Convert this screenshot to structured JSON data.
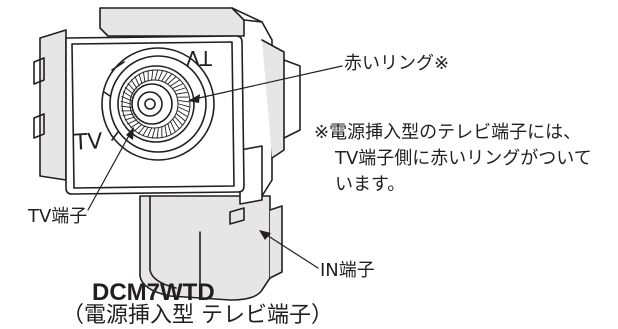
{
  "labels": {
    "red_ring": "赤いリング※",
    "tv_terminal": "TV端子",
    "in_terminal": "IN端子"
  },
  "note": {
    "line1": "※電源挿入型のテレビ端子には、",
    "line2": "TV端子側に赤いリングがついて",
    "line3": "います。"
  },
  "device_face": {
    "front_marking": "TV",
    "rear_marking": "TV"
  },
  "product": {
    "code": "DCM7WTD",
    "description": "（電源挿入型 テレビ端子）"
  },
  "colors": {
    "ink": "#231f20",
    "shade": "#e6e6e6"
  }
}
